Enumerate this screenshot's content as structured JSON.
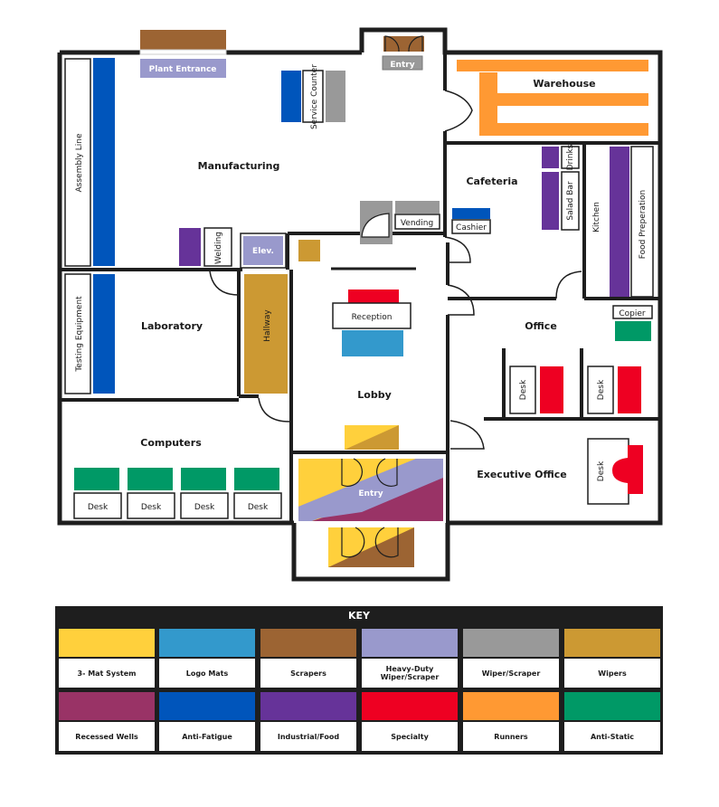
{
  "rooms": {
    "manufacturing": "Manufacturing",
    "warehouse": "Warehouse",
    "cafeteria": "Cafeteria",
    "laboratory": "Laboratory",
    "lobby": "Lobby",
    "office": "Office",
    "computers": "Computers",
    "executive_office": "Executive Office"
  },
  "labels": {
    "plant_entrance": "Plant Entrance",
    "entry_top": "Entry",
    "assembly_line": "Assembly Line",
    "service_counter": "Service Counter",
    "welding": "Welding",
    "elevator": "Elev.",
    "vending": "Vending",
    "cashier": "Cashier",
    "drinks": "Drinks",
    "salad_bar": "Salad Bar",
    "kitchen": "Kitchen",
    "food_preparation": "Food Preperation",
    "testing_equipment": "Testing Equipment",
    "hallway": "Hallway",
    "reception": "Reception",
    "copier": "Copier",
    "desk": "Desk",
    "entry_main": "Entry"
  },
  "key": {
    "title": "KEY",
    "items": [
      {
        "label": "3- Mat System",
        "color": "#FFD03C"
      },
      {
        "label": "Logo Mats",
        "color": "#3399CC"
      },
      {
        "label": "Scrapers",
        "color": "#9C6433"
      },
      {
        "label": "Heavy-Duty Wiper/Scraper",
        "color": "#9999CC"
      },
      {
        "label": "Wiper/Scraper",
        "color": "#999999"
      },
      {
        "label": "Wipers",
        "color": "#CC9933"
      },
      {
        "label": "Recessed Wells",
        "color": "#993366"
      },
      {
        "label": "Anti-Fatigue",
        "color": "#0055BB"
      },
      {
        "label": "Industrial/Food",
        "color": "#663399"
      },
      {
        "label": "Specialty",
        "color": "#EE0022"
      },
      {
        "label": "Runners",
        "color": "#FF9933"
      },
      {
        "label": "Anti-Static",
        "color": "#009966"
      }
    ]
  }
}
